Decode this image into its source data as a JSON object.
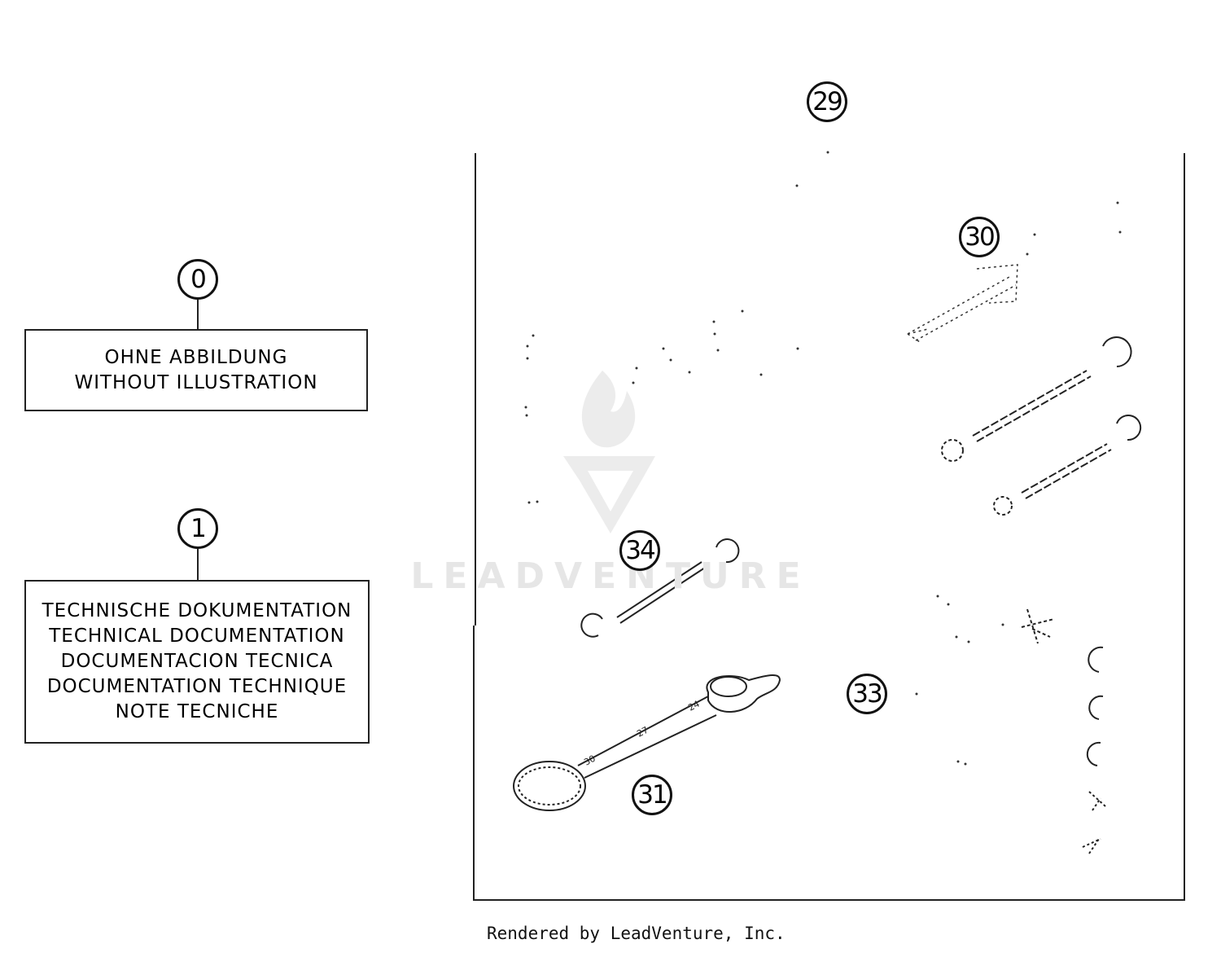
{
  "callouts": {
    "c0": "0",
    "c1": "1",
    "c29": "29",
    "c30": "30",
    "c31": "31",
    "c33": "33",
    "c34": "34"
  },
  "note_box_0": {
    "lines": [
      "OHNE ABBILDUNG",
      "WITHOUT ILLUSTRATION"
    ]
  },
  "note_box_1": {
    "lines": [
      "TECHNISCHE DOKUMENTATION",
      "TECHNICAL DOCUMENTATION",
      "DOCUMENTACION TECNICA",
      "DOCUMENTATION TECHNIQUE",
      "NOTE TECNICHE"
    ]
  },
  "watermark": "LEADVENTURE",
  "footer": "Rendered by LeadVenture, Inc.",
  "colors": {
    "line": "#222222",
    "watermark": "#e6e6e6"
  }
}
